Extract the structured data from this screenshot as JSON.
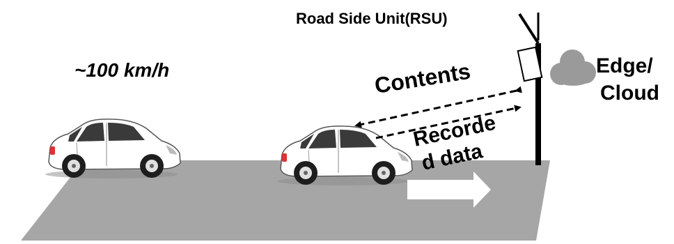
{
  "labels": {
    "rsu": "Road Side Unit(RSU)",
    "speed": "~100 km/h",
    "contents": "Contents",
    "recorded_line1": "Recorde",
    "recorded_line2": "d data",
    "edge_line1": "Edge/",
    "edge_line2": "Cloud"
  },
  "colors": {
    "road": "#a6a6a6",
    "car_body": "#ffffff",
    "car_outline": "#555555",
    "window": "#3a3a3a",
    "tire": "#1e1e1e",
    "cloud": "#9a9a9a",
    "pole": "#000000",
    "arrow_fill": "#ffffff"
  }
}
